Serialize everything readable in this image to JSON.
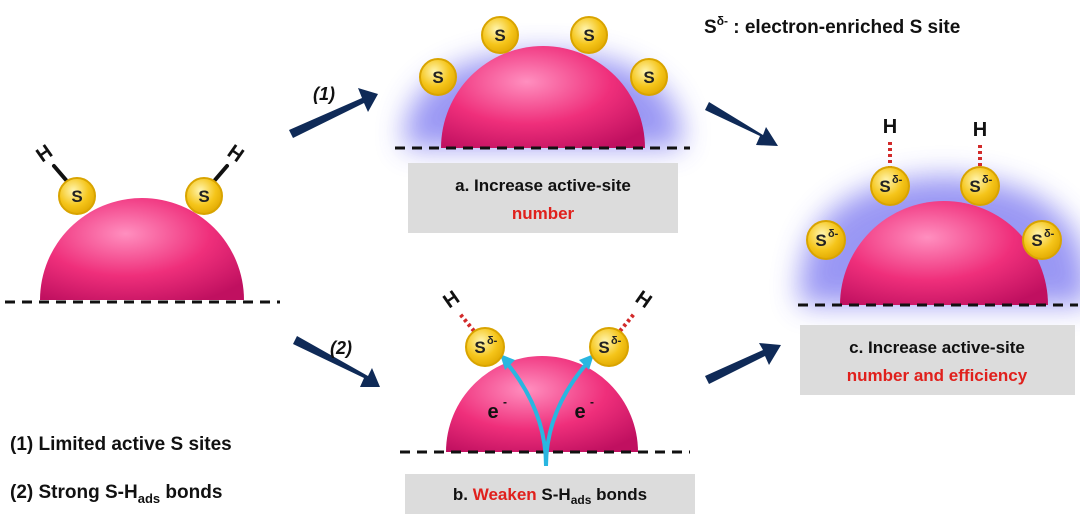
{
  "atoms": {
    "s": "S",
    "s_delta_sup": "δ-",
    "h": "H"
  },
  "legend_top": {
    "symbol": "S",
    "symbol_sup": "δ-",
    "text": " : electron-enriched S site"
  },
  "steps": {
    "step1": "(1)",
    "step2": "(2)"
  },
  "label_a": {
    "line1": "a. Increase active-site",
    "line2": "number"
  },
  "label_b": {
    "prefix": "b. ",
    "highlight": "Weaken",
    "mid": " S-H",
    "sub": "ads",
    "suffix": " bonds"
  },
  "label_c": {
    "line1": "c. Increase active-site",
    "line2": "number and efficiency"
  },
  "electron": {
    "e": "e",
    "sup": "-"
  },
  "bottom_legend": {
    "item1": "(1) Limited active S sites",
    "item2_prefix": "(2) Strong S-H",
    "item2_sub": "ads",
    "item2_suffix": " bonds"
  },
  "colors": {
    "dome": "#ef2f7b",
    "atom": "#f5c51a",
    "arrow": "#0f2a57",
    "glow": "#8f8cf3",
    "highlight_red": "#e0201c",
    "electron_path": "#29b6e0"
  }
}
